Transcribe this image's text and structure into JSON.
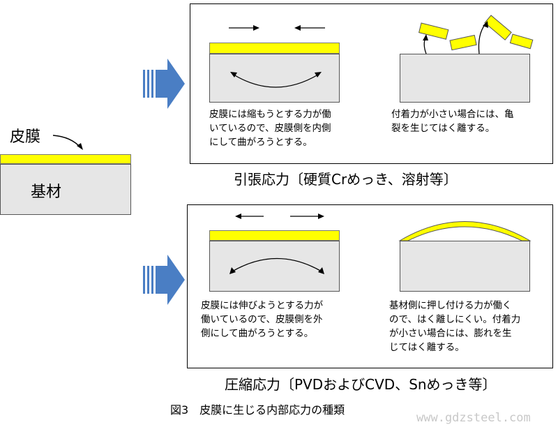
{
  "colors": {
    "film": "#ffff00",
    "substrate": "#e6e6e6",
    "arrow": "#4a7ec4"
  },
  "left": {
    "film_label": "皮膜",
    "substrate_label": "基材"
  },
  "tensile": {
    "left_text": "皮膜には縮もうとする力が働\nいているので、皮膜側を内側\nにして曲がろうとする。",
    "right_text": "付着力が小さい場合には、亀\n裂を生じてはく離する。",
    "caption": "引張応力〔硬質Crめっき、溶射等〕"
  },
  "compressive": {
    "left_text": "皮膜には伸びようとする力が\n働いているので、皮膜側を外\n側にして曲がろうとする。",
    "right_text": "基材側に押し付ける力が働く\nので、はく離しにくい。付着力\nが小さい場合には、膨れを生\nじてはく離する。",
    "caption": "圧縮応力〔PVDおよびCVD、Snめっき等〕"
  },
  "figure_caption": "図3　皮膜に生じる内部応力の種類",
  "watermark": "www.gdzsteel.com"
}
